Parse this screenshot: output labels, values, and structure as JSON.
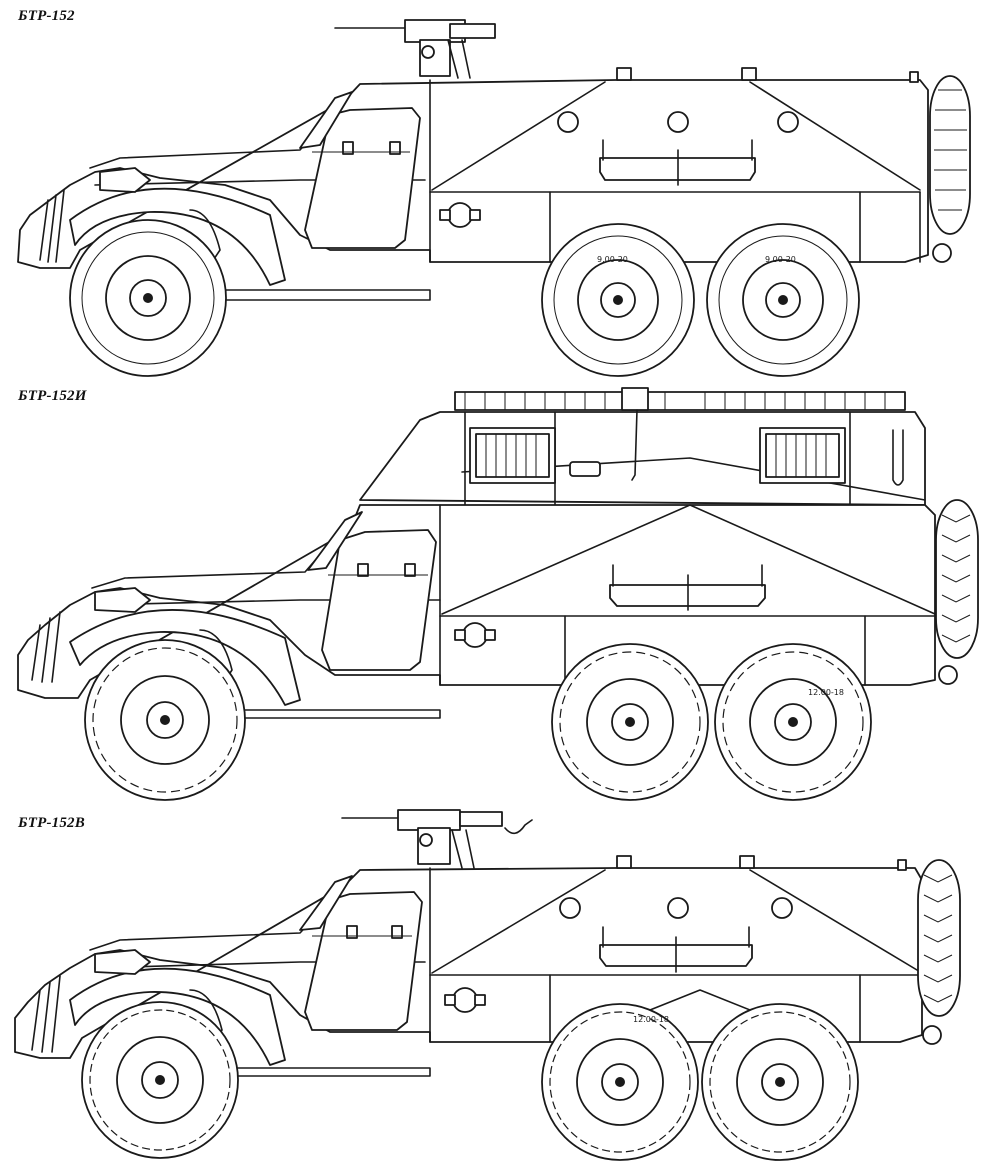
{
  "labels": {
    "btr152": "БТР-152",
    "btr152i": "БТР-152И",
    "btr152v": "БТР-152В"
  },
  "tyre_markings": {
    "v1": "9.00-20",
    "v2": "12.00-18",
    "v3": "12.00-18"
  },
  "colors": {
    "ink": "#1a1a1a",
    "paper": "#ffffff"
  }
}
